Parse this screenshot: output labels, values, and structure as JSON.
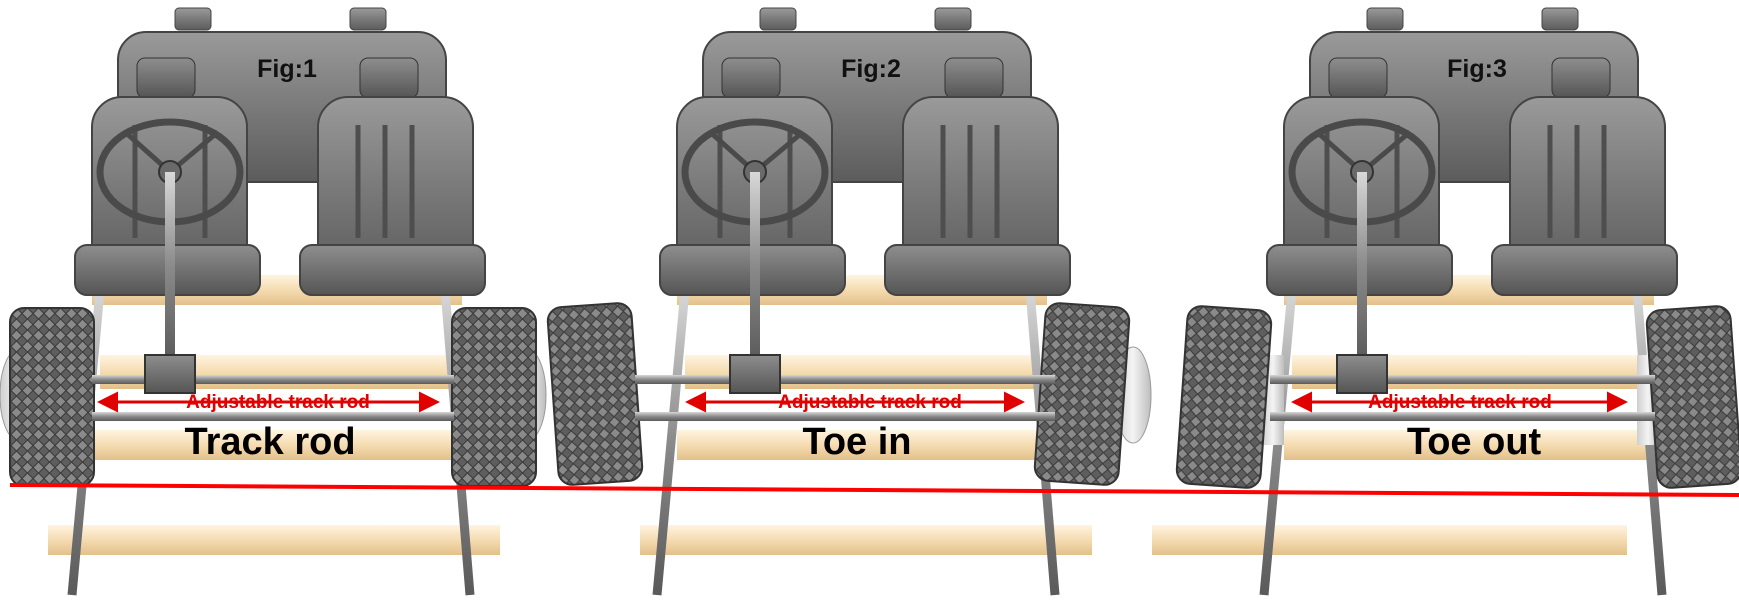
{
  "figures": [
    {
      "label": "Fig:1",
      "rod_label": "Adjustable track rod",
      "caption": "Track rod",
      "wheel_setting": "straight"
    },
    {
      "label": "Fig:2",
      "rod_label": "Adjustable track rod",
      "caption": "Toe in",
      "wheel_setting": "toe-in"
    },
    {
      "label": "Fig:3",
      "rod_label": "Adjustable track rod",
      "caption": "Toe out",
      "wheel_setting": "toe-out"
    }
  ],
  "colors": {
    "seat": "#7d7d7d",
    "seat_dark": "#555555",
    "tyre": "#6e6e6e",
    "plank": "#f6dfb8",
    "reference_line": "#ff0000",
    "rod_arrow": "#e00000"
  }
}
